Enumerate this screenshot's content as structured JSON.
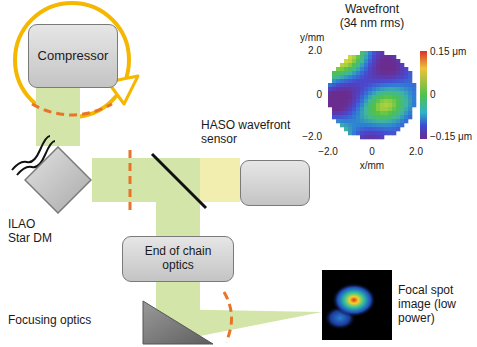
{
  "diagram": {
    "nodes": [
      {
        "text": [
          "Compressor"
        ]
      },
      {
        "text": [
          "HASO wavefront sensor"
        ]
      },
      {
        "text": [
          "ILAO Star DM"
        ]
      },
      {
        "text": [
          "End of chain optics"
        ]
      },
      {
        "text": [
          "Focusing optics"
        ]
      }
    ],
    "edges": [
      {
        "from": 0,
        "to": 2,
        "arrow": "none"
      },
      {
        "from": 2,
        "to": 1,
        "arrow": "none"
      },
      {
        "from": 2,
        "to": 3,
        "arrow": "none"
      },
      {
        "from": 3,
        "to": 4,
        "arrow": "none"
      }
    ],
    "labels": [
      "Wavefront (34 nm rms)",
      "y/mm",
      "2.0",
      "0",
      "−2.0",
      "−2.0",
      "0",
      "2.0",
      "x/mm",
      "0.15 μm",
      "0",
      "−0.15 μm",
      "Focal spot image (low power)"
    ]
  }
}
